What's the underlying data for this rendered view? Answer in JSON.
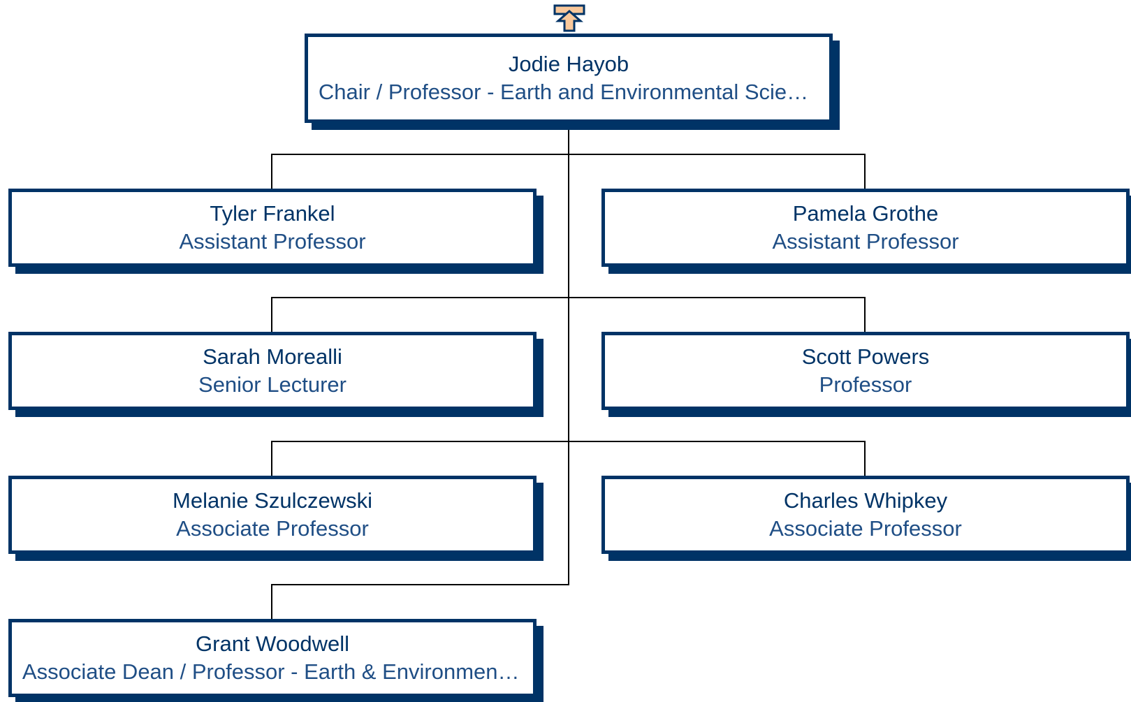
{
  "org_chart": {
    "root": {
      "name": "Jodie Hayob",
      "title": "Chair / Professor - Earth and Environmental Sciences"
    },
    "reports": [
      {
        "name": "Tyler Frankel",
        "title": "Assistant Professor"
      },
      {
        "name": "Pamela Grothe",
        "title": "Assistant Professor"
      },
      {
        "name": "Sarah Morealli",
        "title": "Senior Lecturer"
      },
      {
        "name": "Scott Powers",
        "title": "Professor"
      },
      {
        "name": "Melanie Szulczewski",
        "title": "Associate Professor"
      },
      {
        "name": "Charles Whipkey",
        "title": "Associate Professor"
      },
      {
        "name": "Grant Woodwell",
        "title": "Associate Dean / Professor - Earth & Environmental Sciences"
      }
    ]
  },
  "colors": {
    "border": "#003366",
    "name_text": "#003366",
    "title_text": "#1f4e85",
    "connector": "#000000",
    "up_button_fill": "#f9c89b",
    "up_button_stroke": "#003366"
  },
  "icons": {
    "navigate_up": "up-arrow-icon"
  }
}
